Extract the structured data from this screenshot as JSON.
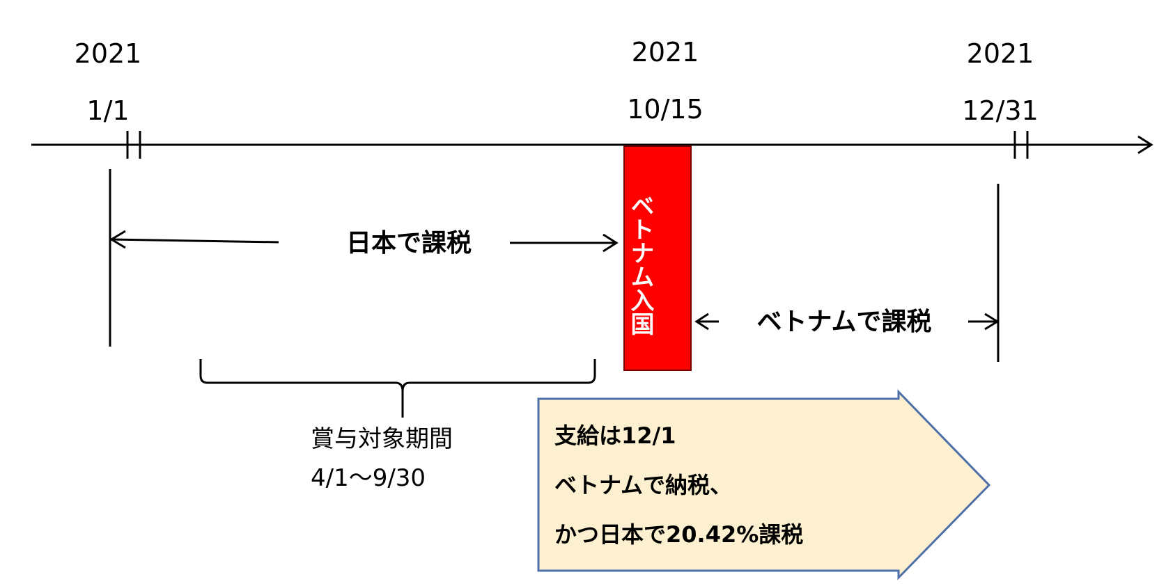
{
  "timeline": {
    "markers": [
      {
        "year": "2021",
        "date": "1/1"
      },
      {
        "year": "2021",
        "date": "10/15"
      },
      {
        "year": "2021",
        "date": "12/31"
      }
    ]
  },
  "periods": {
    "japan_label": "日本で課税",
    "vietnam_label": "ベトナムで課税"
  },
  "entry": {
    "label": "ベトナム入国",
    "color": "#ff0000"
  },
  "bonus": {
    "title": "賞与対象期間",
    "range": "4/1～9/30"
  },
  "note": {
    "lines": [
      "支給は12/1",
      "ベトナムで納税、",
      "かつ日本で20.42%課税"
    ],
    "fill": "#fdf0d0",
    "stroke": "#4f6fa8"
  }
}
